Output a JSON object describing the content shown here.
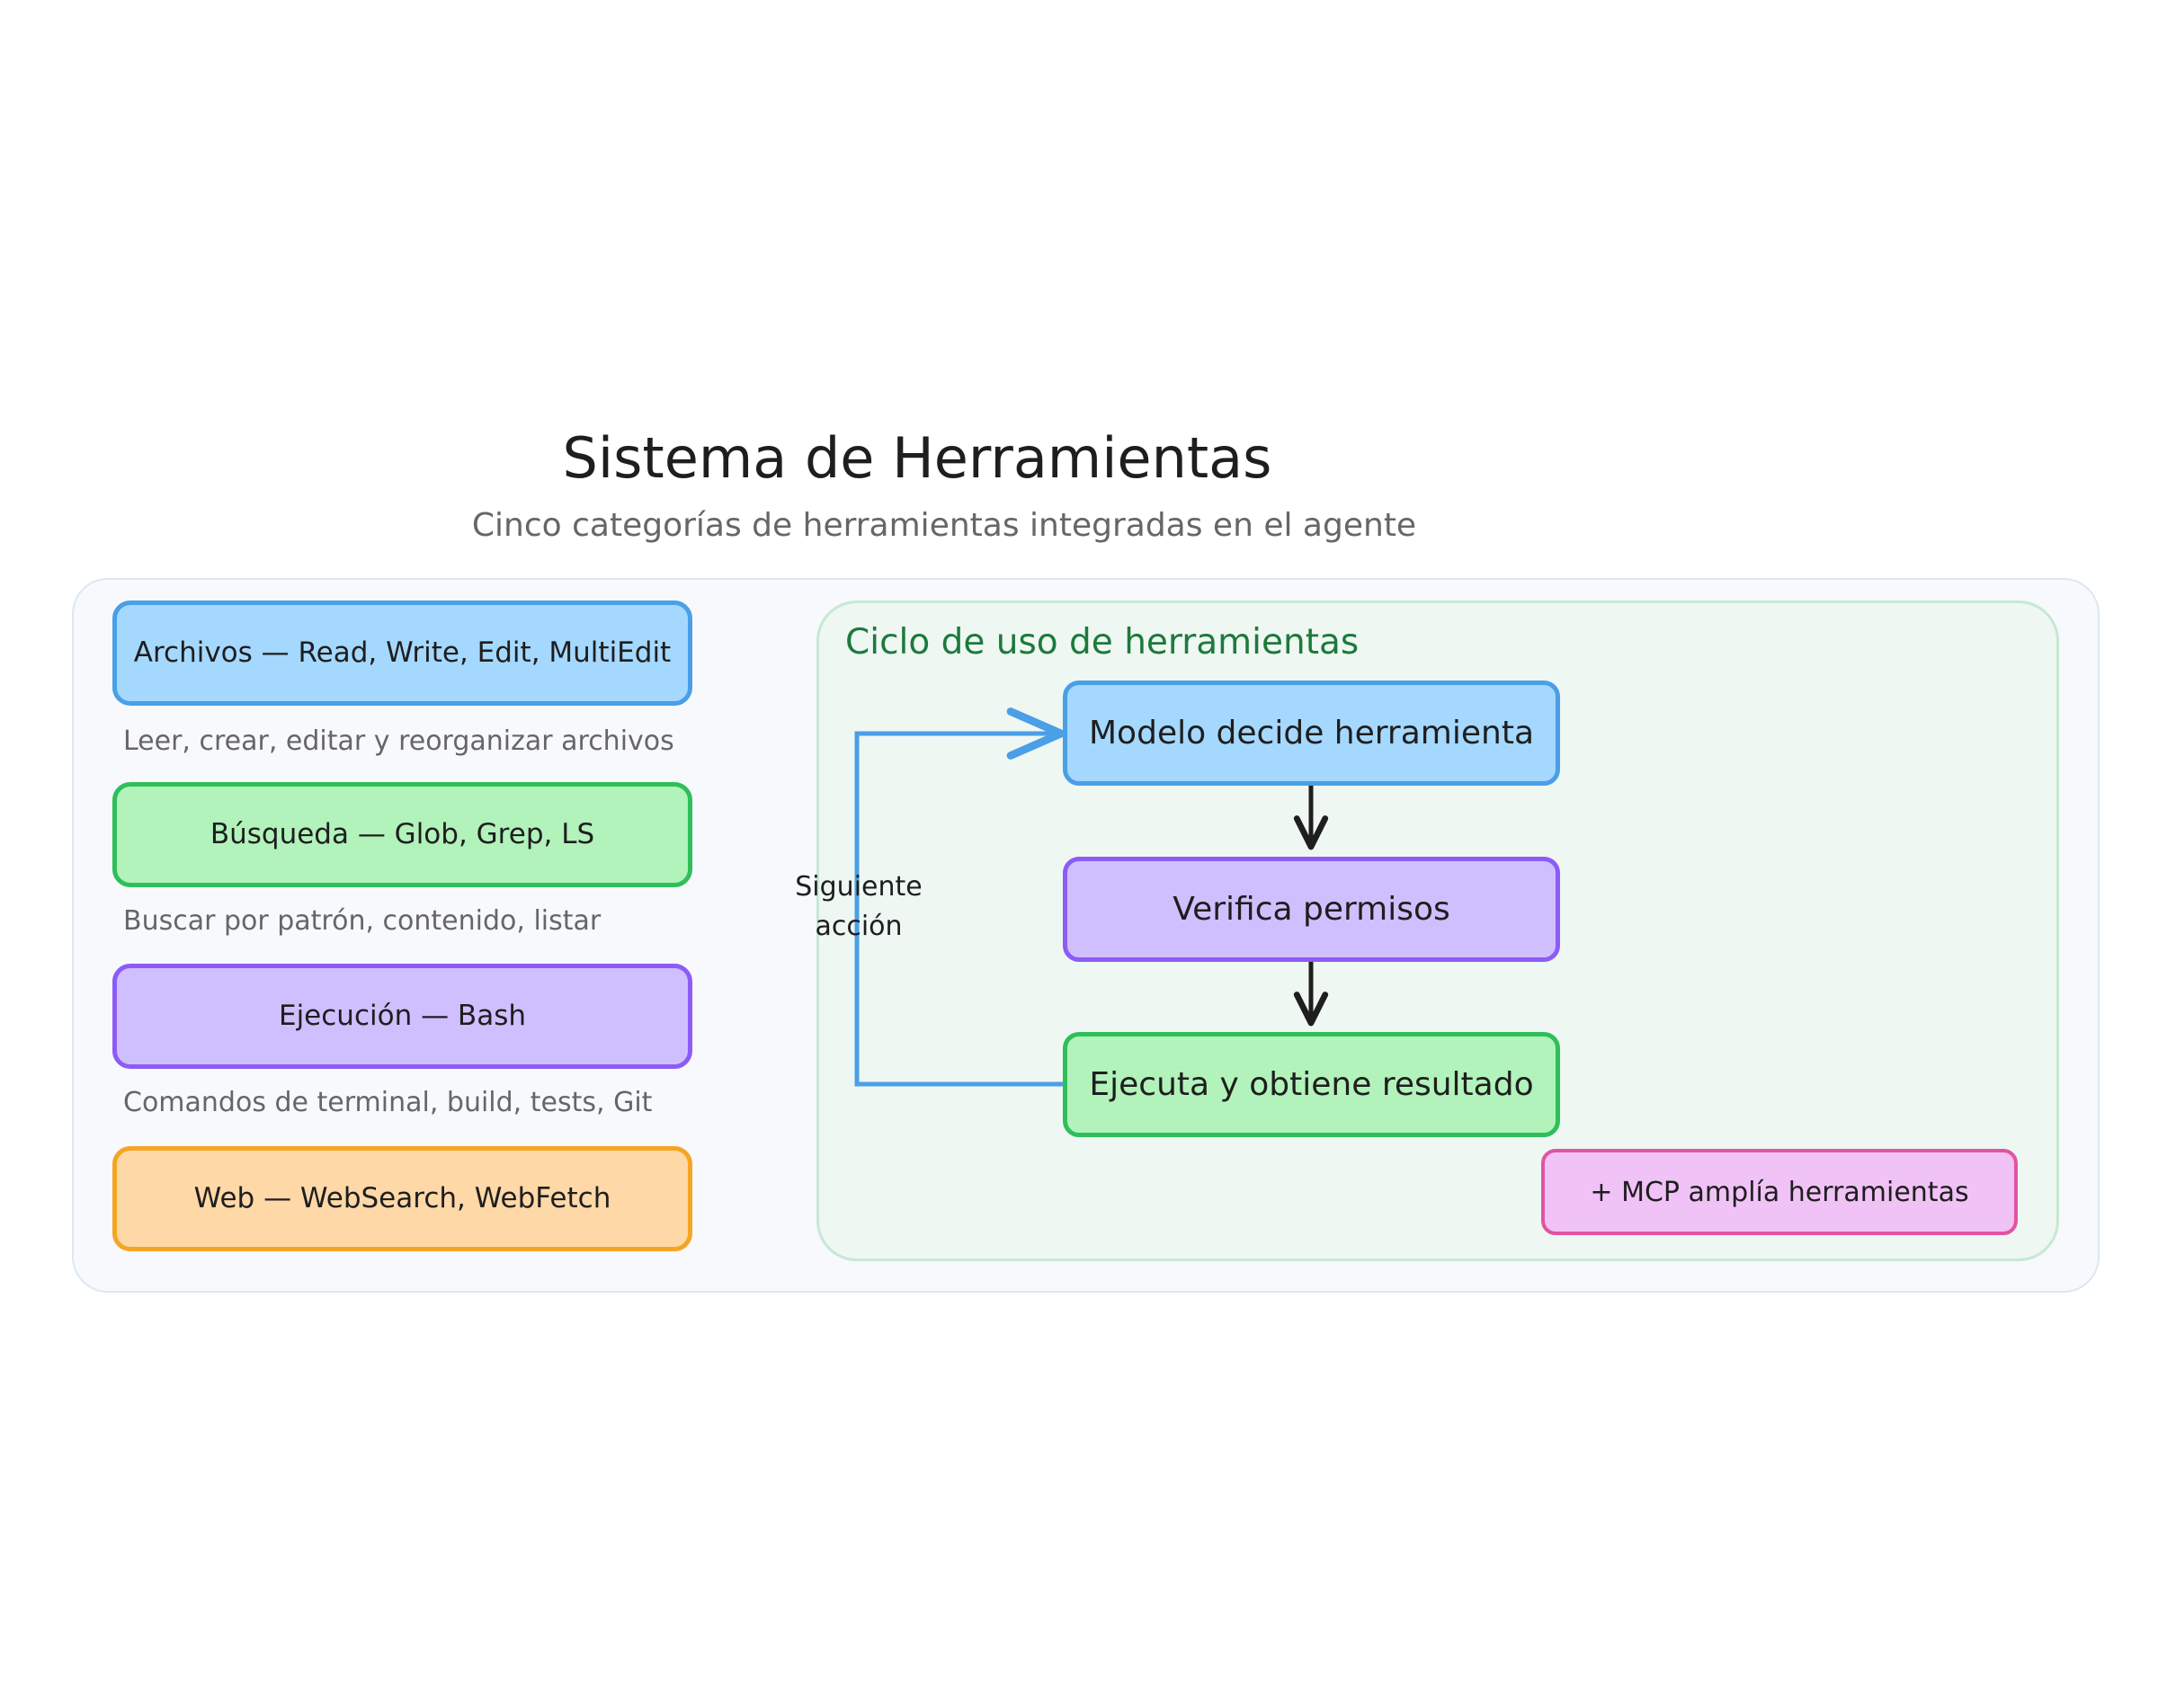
{
  "title": "Sistema de Herramientas",
  "subtitle": "Cinco categorías de herramientas integradas en el agente",
  "categories": [
    {
      "label": "Archivos — Read, Write, Edit, MultiEdit",
      "description": "Leer, crear, editar y reorganizar archivos",
      "fill": "#a5d8ff",
      "stroke": "#4a9fe6"
    },
    {
      "label": "Búsqueda — Glob, Grep, LS",
      "description": "Buscar por patrón, contenido, listar",
      "fill": "#b2f2bb",
      "stroke": "#2fbf5a"
    },
    {
      "label": "Ejecución — Bash",
      "description": "Comandos de terminal, build, tests, Git",
      "fill": "#d0bfff",
      "stroke": "#8b5cf6"
    },
    {
      "label": "Web — WebSearch, WebFetch",
      "description": "",
      "fill": "#ffd8a8",
      "stroke": "#f5a524"
    }
  ],
  "cycle": {
    "title": "Ciclo de uso de herramientas",
    "steps": [
      {
        "label": "Modelo decide herramienta",
        "fill": "#a5d8ff",
        "stroke": "#4a9fe6"
      },
      {
        "label": "Verifica permisos",
        "fill": "#d0bfff",
        "stroke": "#8b5cf6"
      },
      {
        "label": "Ejecuta y obtiene resultado",
        "fill": "#b2f2bb",
        "stroke": "#2fbf5a"
      }
    ],
    "loop_label_line1": "Siguiente",
    "loop_label_line2": "acción",
    "loop_color": "#4a9fe6"
  },
  "mcp_note": "+ MCP amplía herramientas"
}
